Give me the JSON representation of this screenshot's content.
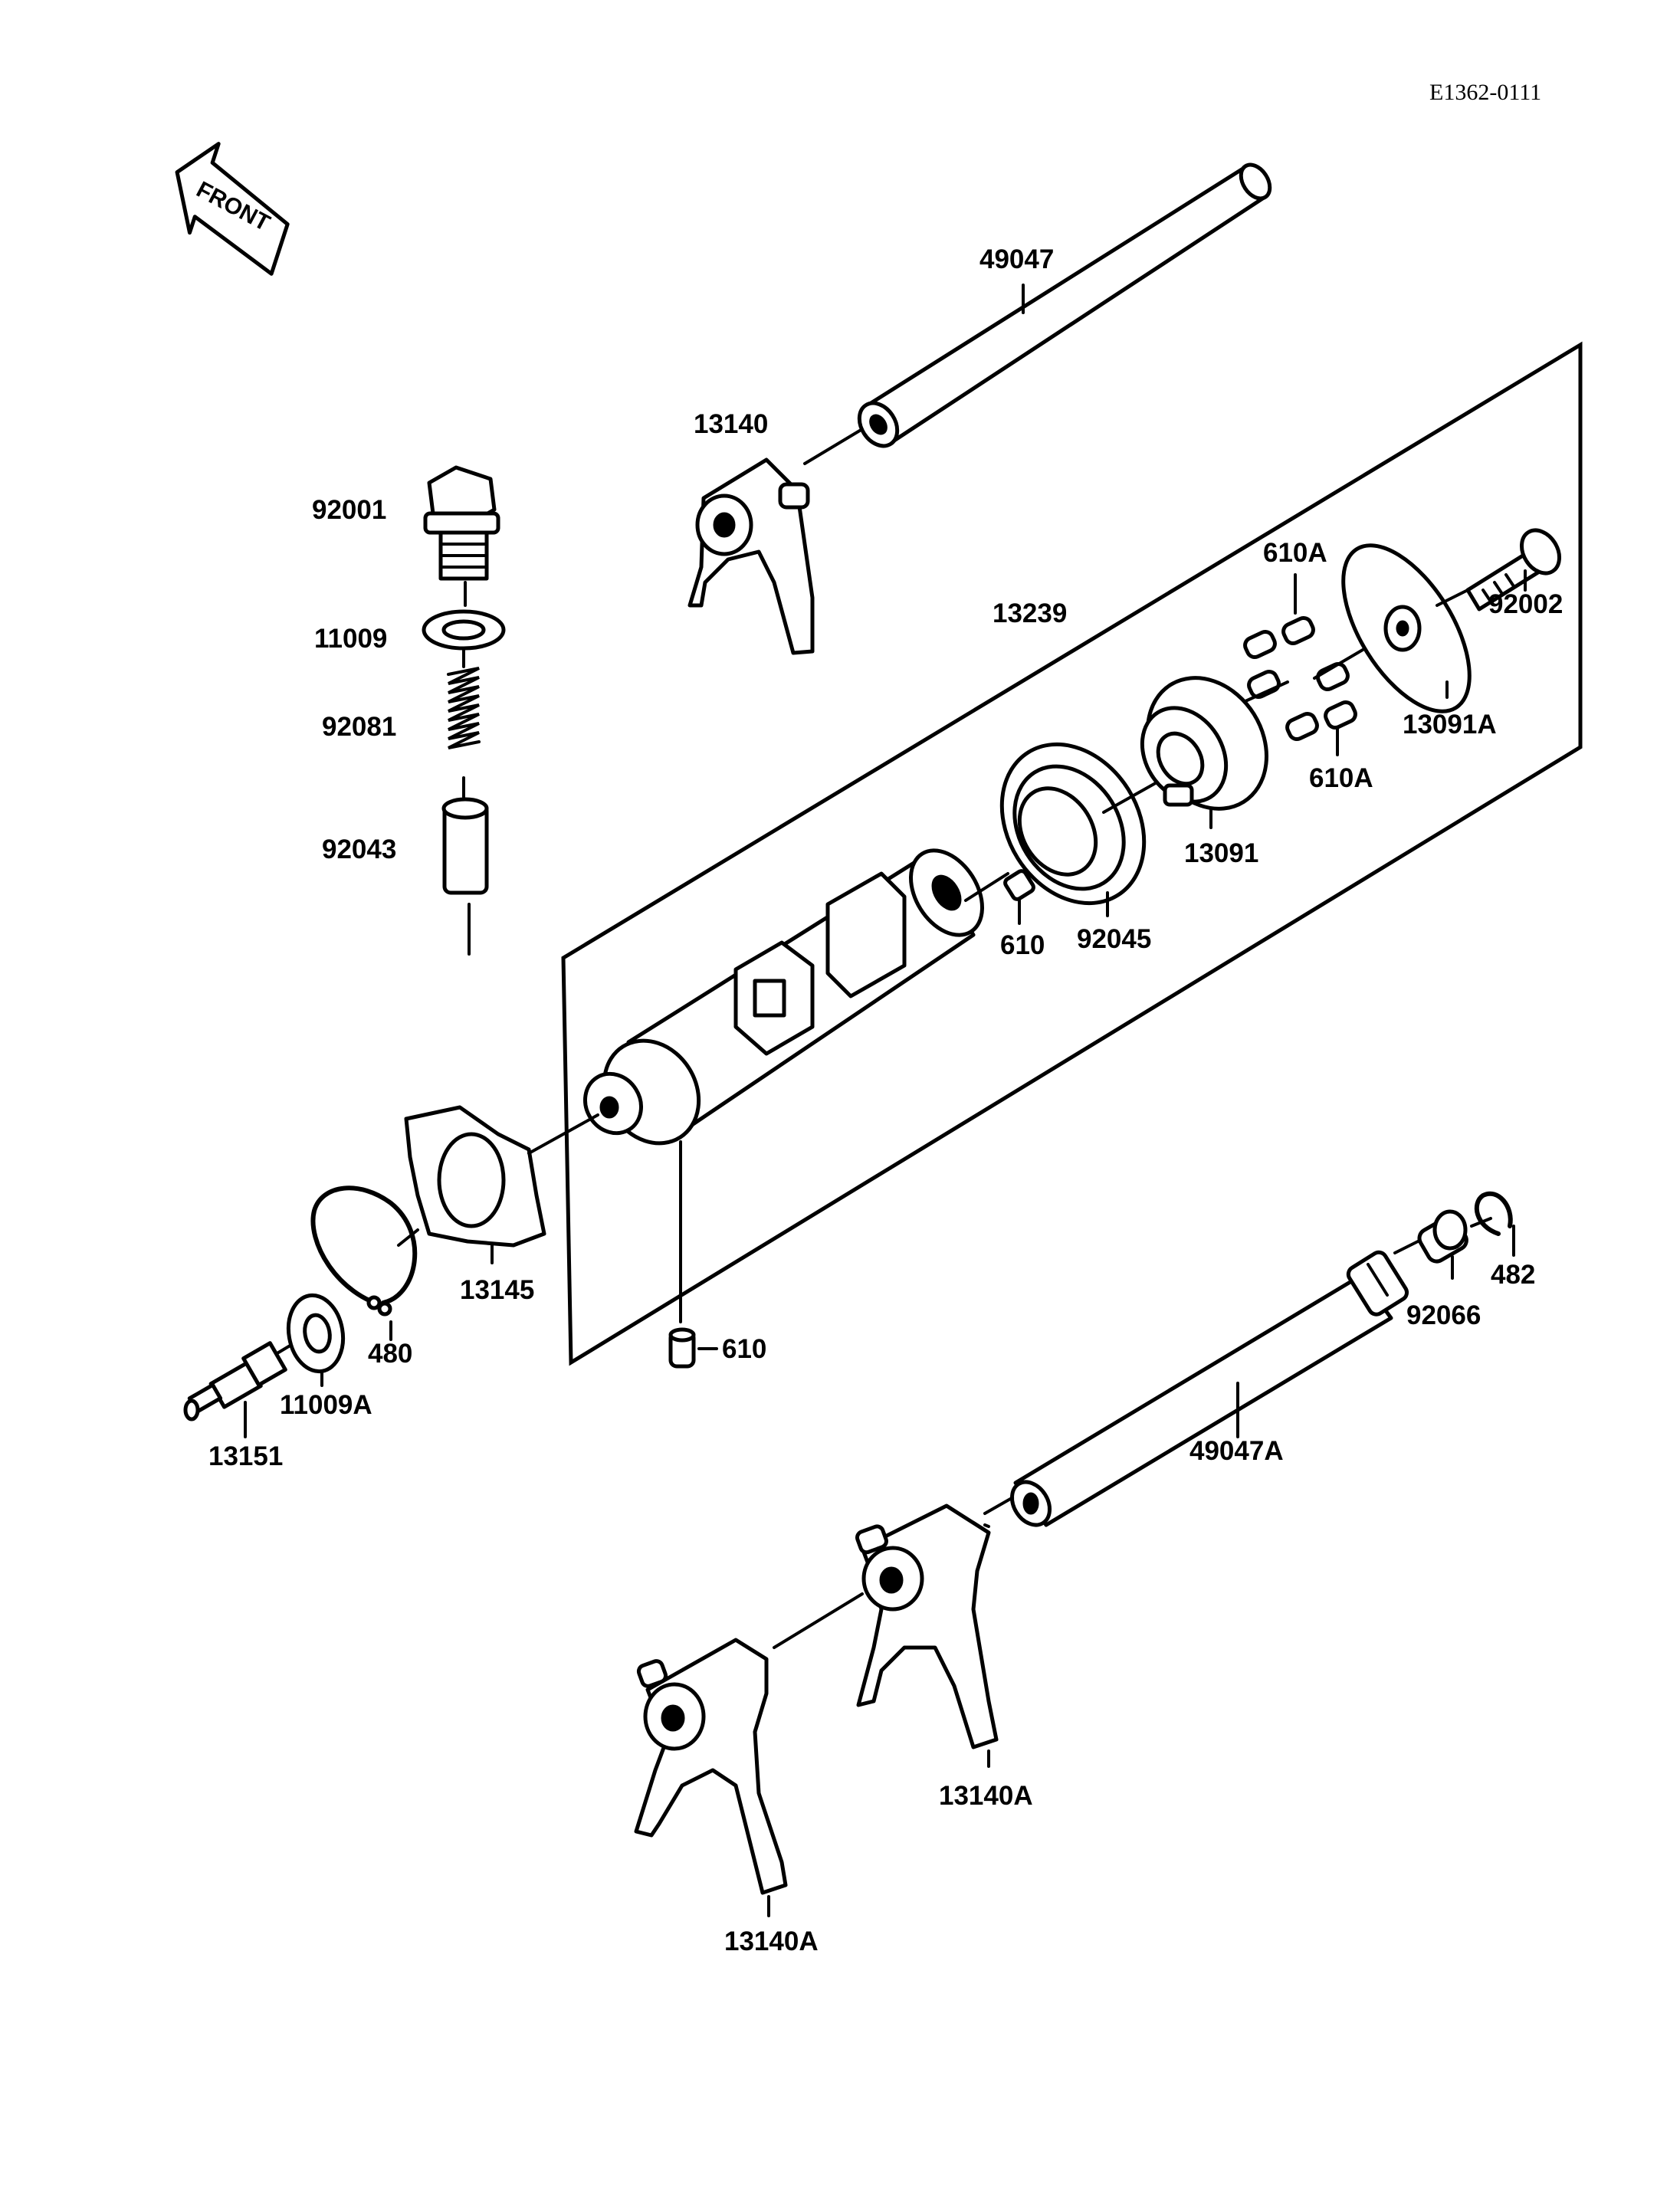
{
  "drawing_code": "E1362-0111",
  "front_arrow": {
    "text": "FRONT",
    "icon": "front-arrow-icon"
  },
  "labels": {
    "shaft_49047": "49047",
    "fork_13140": "13140",
    "bolt_92001": "92001",
    "washer_11009": "11009",
    "spring_92081": "92081",
    "sleeve_92043": "92043",
    "drum_assembly_13239": "13239",
    "pin_610A_top": "610A",
    "pin_610A_bottom": "610A",
    "bolt_92002": "92002",
    "plate_13091A": "13091A",
    "holder_13091": "13091",
    "bearing_92045": "92045",
    "pin_610_drum": "610",
    "pin_610_lower": "610",
    "cam_13145": "13145",
    "circlip_480": "480",
    "washer_11009A": "11009A",
    "switch_13151": "13151",
    "circlip_482": "482",
    "collar_92066": "92066",
    "shaft_49047A": "49047A",
    "fork_13140A_right": "13140A",
    "fork_13140A_left": "13140A"
  }
}
